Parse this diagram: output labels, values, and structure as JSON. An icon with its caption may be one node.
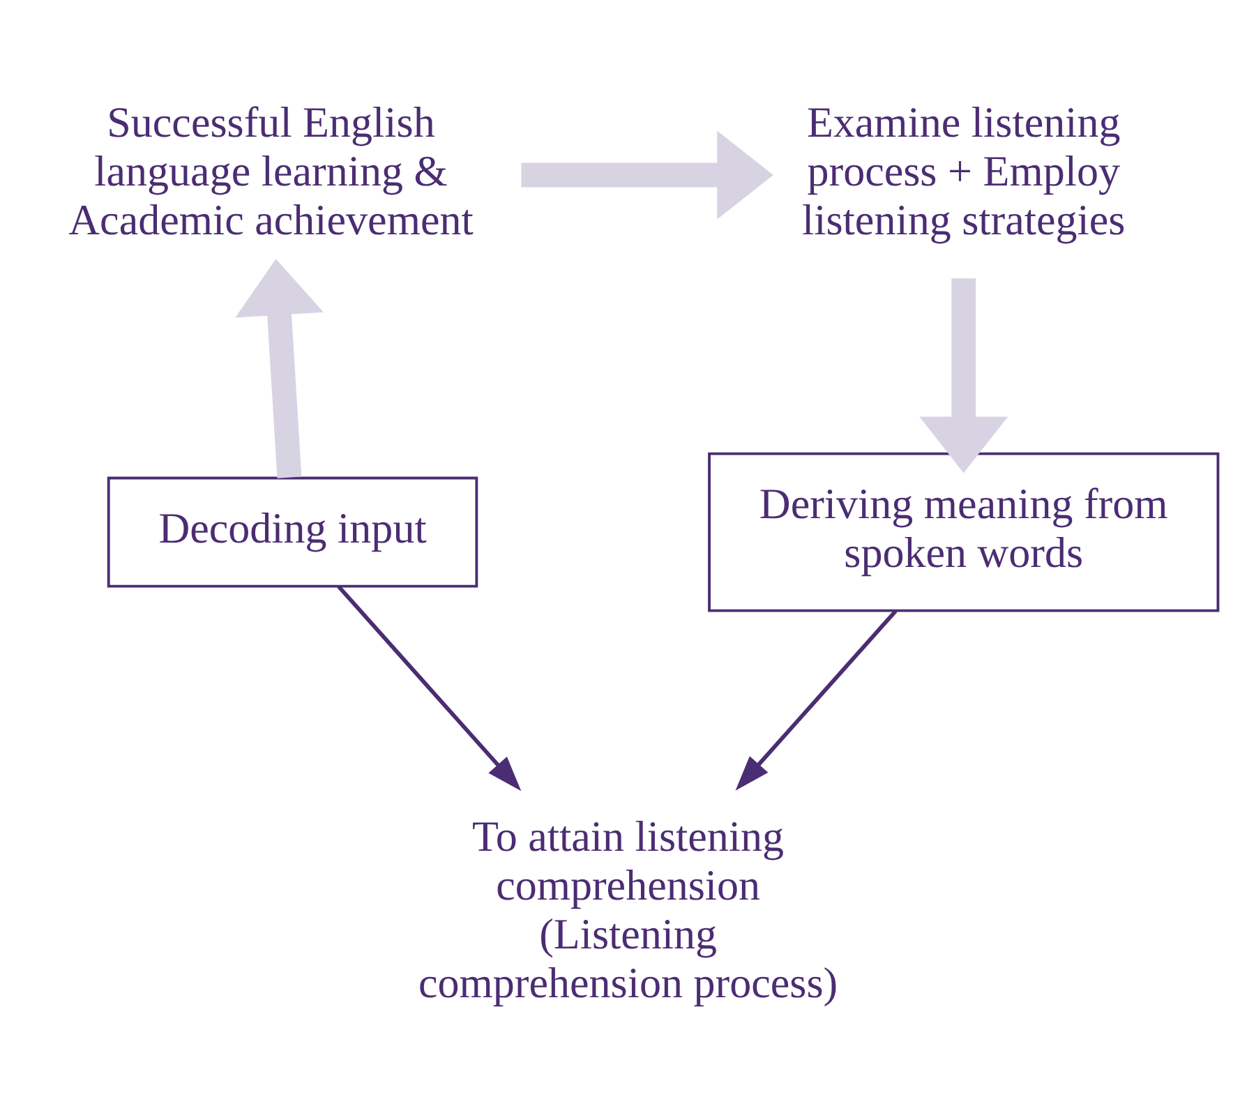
{
  "diagram": {
    "nodes": [
      {
        "text": [
          "Successful English language learning & Academic achievement"
        ]
      },
      {
        "text": [
          "Examine listening process + Employ listening strategies"
        ]
      },
      {
        "text": [
          "To attain listening comprehension (Listening comprehension process)"
        ]
      },
      {
        "text": [
          "Decoding input"
        ]
      },
      {
        "text": [
          "Deriving meaning from spoken words"
        ]
      }
    ],
    "edges": [
      {
        "from": 0,
        "to": 1,
        "arrow": "to"
      },
      {
        "from": 1,
        "to": 4,
        "arrow": "to"
      },
      {
        "from": 3,
        "to": 0,
        "arrow": "to"
      },
      {
        "from": 3,
        "to": 2,
        "arrow": "to",
        "color": "#4b2d73"
      },
      {
        "from": 4,
        "to": 2,
        "arrow": "to",
        "color": "#4b2d73"
      }
    ]
  }
}
